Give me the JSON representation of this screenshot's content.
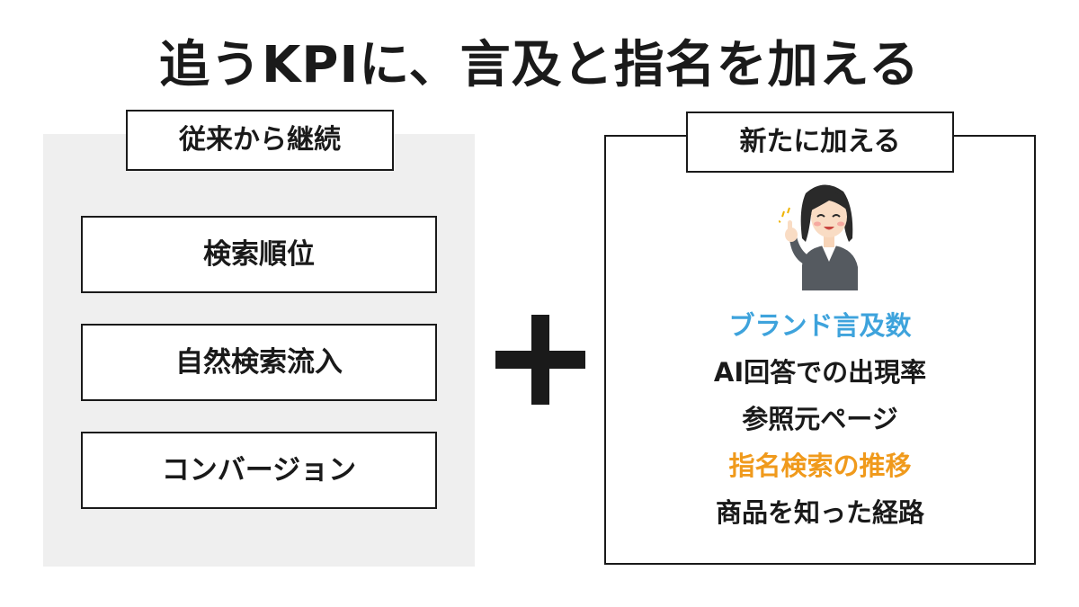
{
  "title": "追うKPIに、言及と指名を加える",
  "left": {
    "label": "従来から継続",
    "items": [
      "検索順位",
      "自然検索流入",
      "コンバージョン"
    ]
  },
  "right": {
    "label": "新たに加える",
    "items": [
      {
        "text": "ブランド言及数",
        "color": "#3ea3dc"
      },
      {
        "text": "AI回答での出現率",
        "color": "#1a1a1a"
      },
      {
        "text": "参照元ページ",
        "color": "#1a1a1a"
      },
      {
        "text": "指名検索の推移",
        "color": "#f09a1c"
      },
      {
        "text": "商品を知った経路",
        "color": "#1a1a1a"
      }
    ]
  },
  "colors": {
    "accent_blue": "#3ea3dc",
    "accent_orange": "#f09a1c",
    "panel_gray": "#efefef",
    "ink": "#1a1a1a"
  },
  "icons": [
    "plus-icon",
    "businesswoman-pointing-illustration"
  ]
}
